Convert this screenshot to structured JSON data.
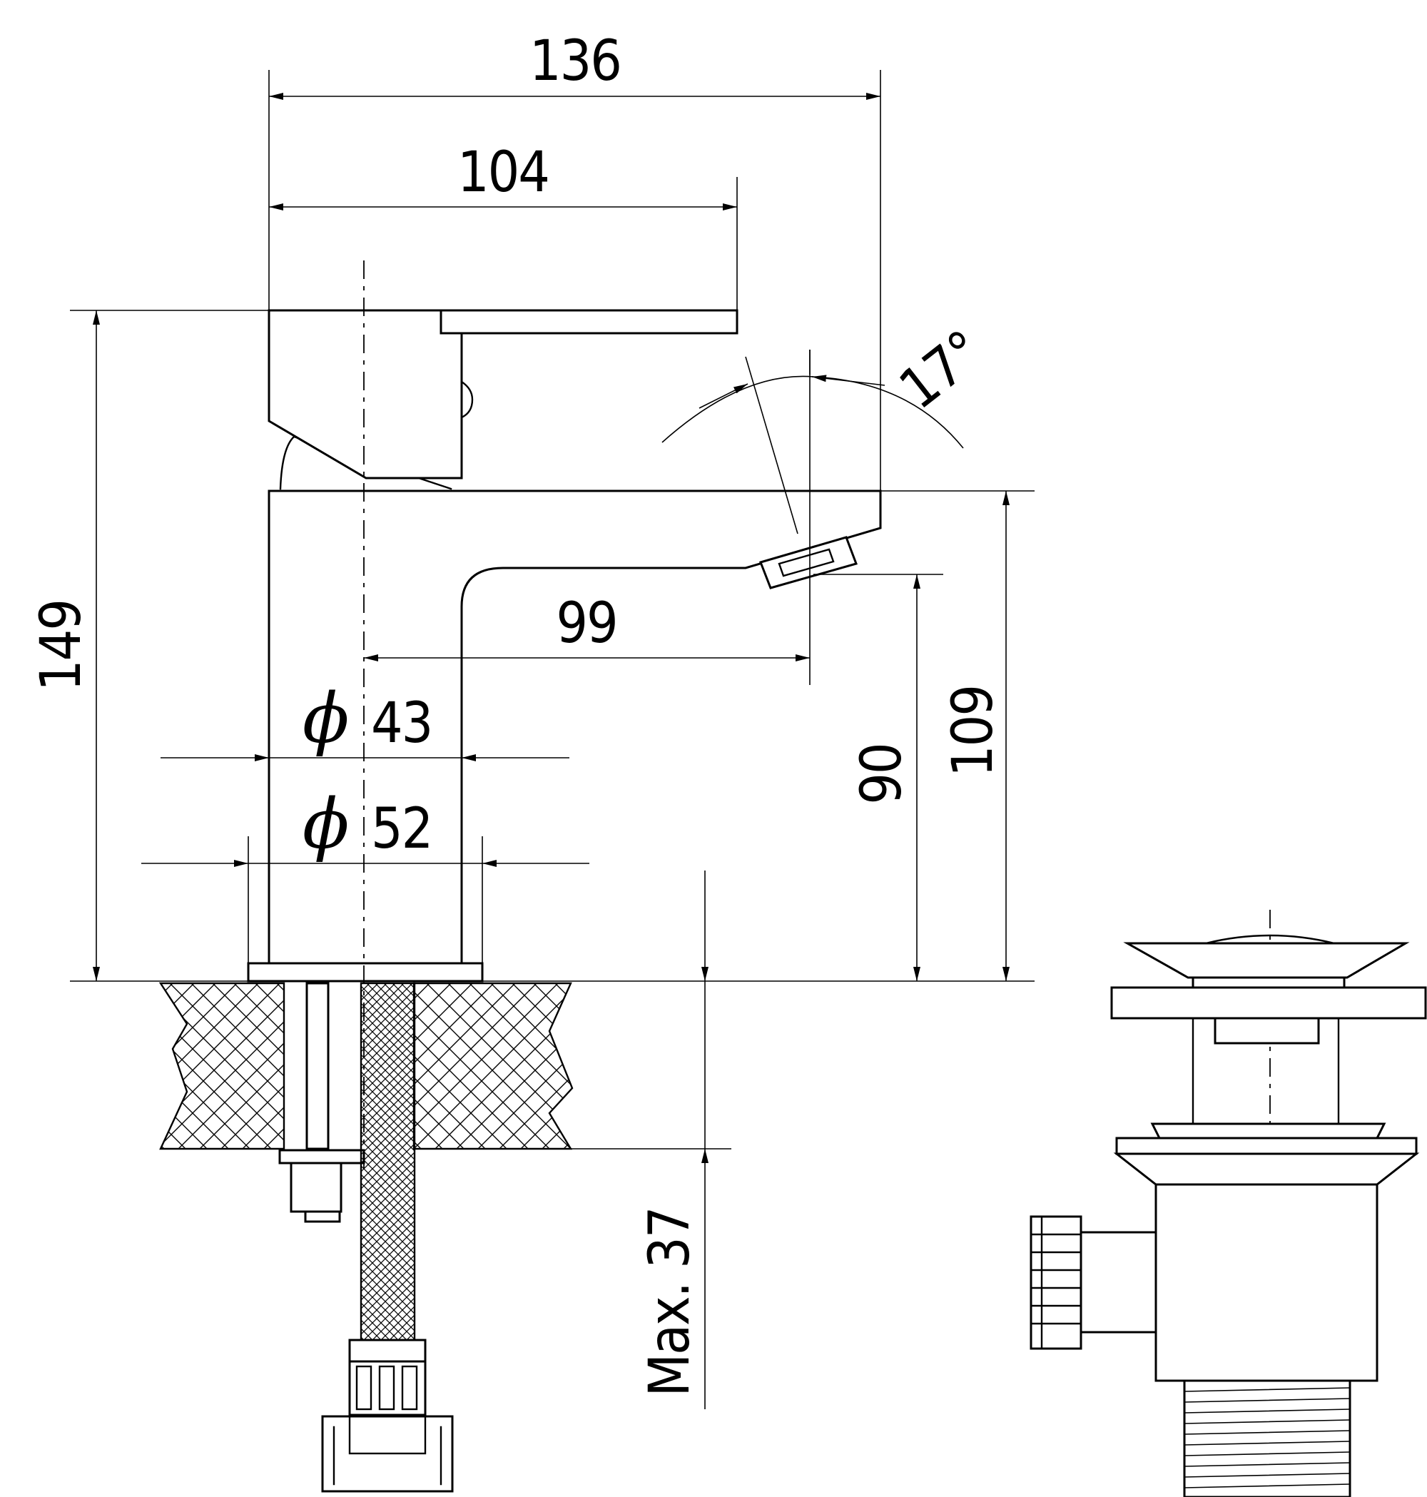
{
  "dimensions": {
    "total_length": "136",
    "lever_length": "104",
    "height": "149",
    "spout_reach": "99",
    "spout_outlet_height": "90",
    "spout_top_height": "109",
    "base_diameter_symbol": "ϕ",
    "base_diameter_a": "43",
    "base_diameter_b": "52",
    "tilt_angle": "17°",
    "max_thickness": "Max. 37"
  },
  "colors": {
    "line": "#000000",
    "background": "#ffffff"
  }
}
